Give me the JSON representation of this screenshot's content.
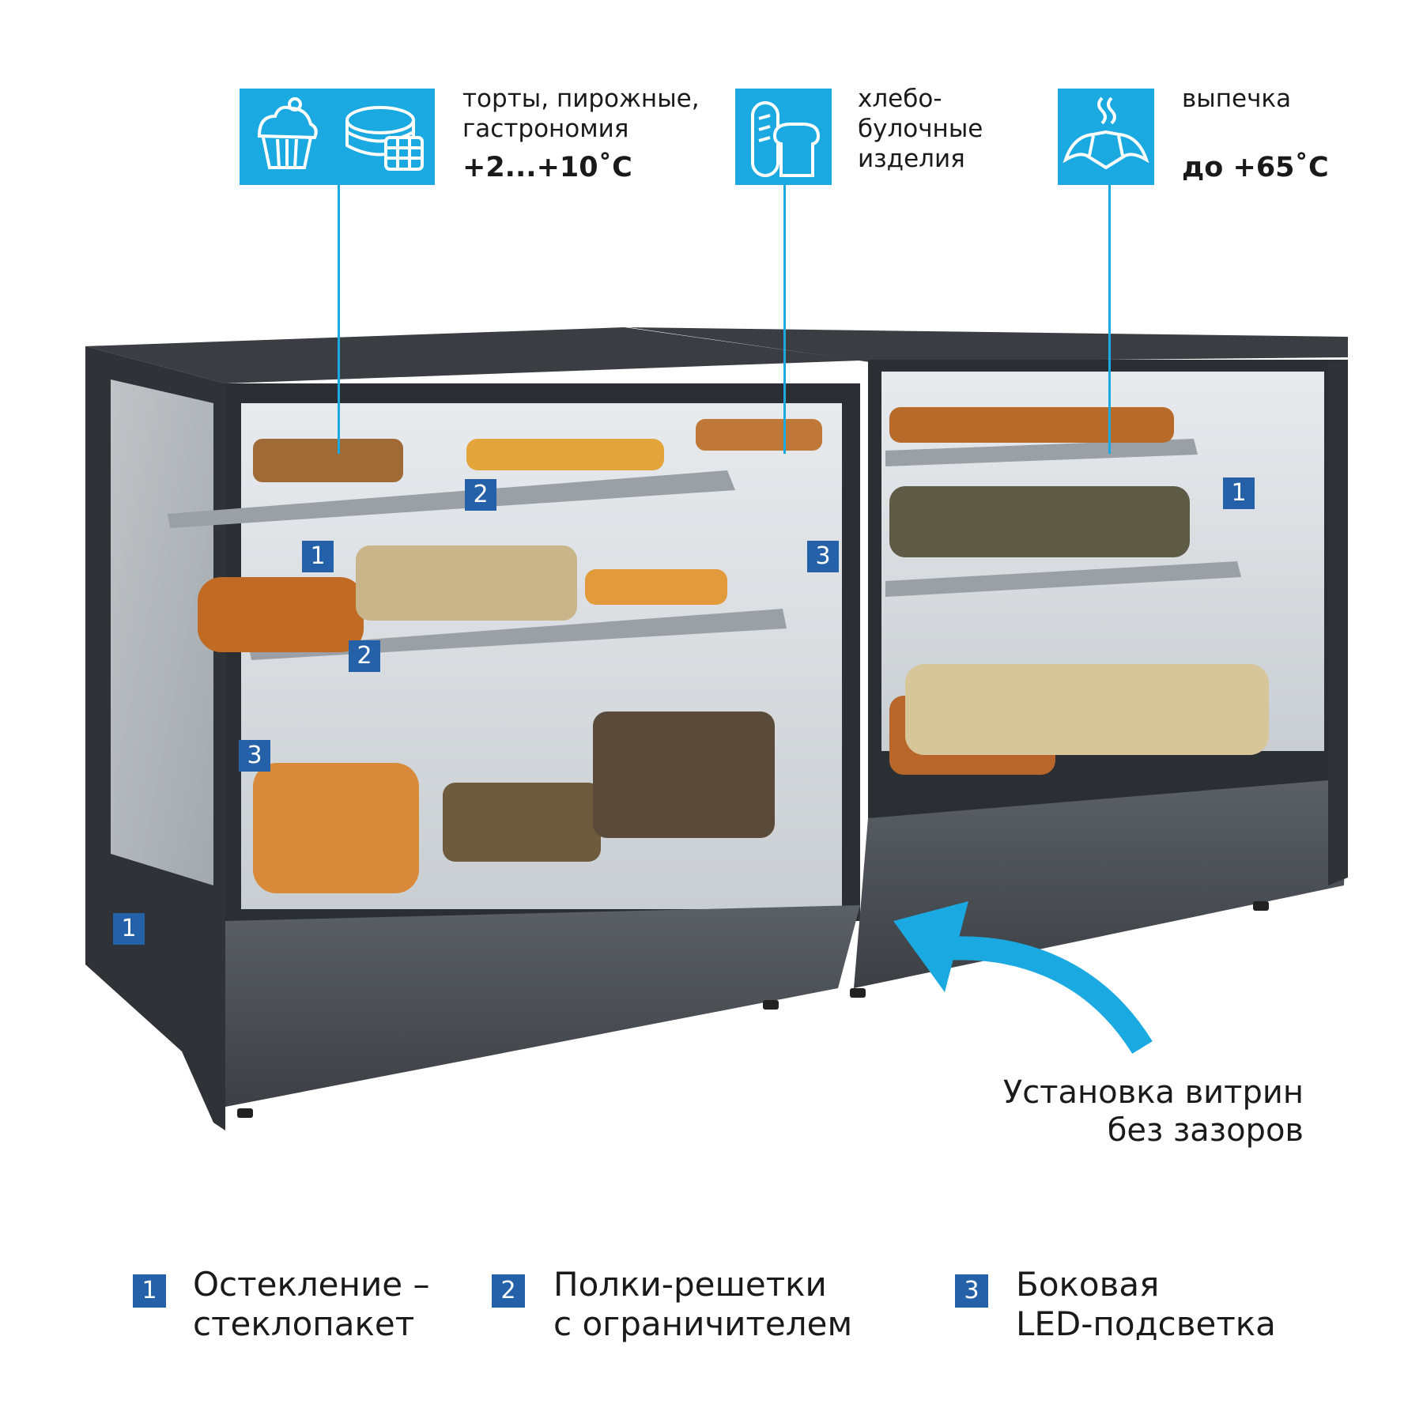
{
  "features": [
    {
      "text_lines": [
        "торты, пирожные,",
        "гастрономия"
      ],
      "temperature": "+2...+10˚C",
      "icons": [
        "cupcake-icon",
        "pancakes-waffle-icon"
      ]
    },
    {
      "text_lines": [
        "хлебо-",
        "булочные",
        "изделия"
      ],
      "temperature": "",
      "icons": [
        "bread-loaf-icon"
      ]
    },
    {
      "text_lines": [
        "выпечка"
      ],
      "temperature": "до +65˚C",
      "icons": [
        "croissant-icon"
      ]
    }
  ],
  "badges": {
    "glazing": "1",
    "shelves": "2",
    "led": "3"
  },
  "install_note": {
    "lines": [
      "Установка витрин",
      "без зазоров"
    ]
  },
  "legend": [
    {
      "number": "1",
      "lines": [
        "Остекление –",
        "стеклопакет"
      ]
    },
    {
      "number": "2",
      "lines": [
        "Полки-решетки",
        "с ограничителем"
      ]
    },
    {
      "number": "3",
      "lines": [
        "Боковая",
        "LED-подсветка"
      ]
    }
  ],
  "colors": {
    "accent": "#1aa9e1",
    "badge": "#2461a8",
    "cabinet": "#4a4f55"
  }
}
